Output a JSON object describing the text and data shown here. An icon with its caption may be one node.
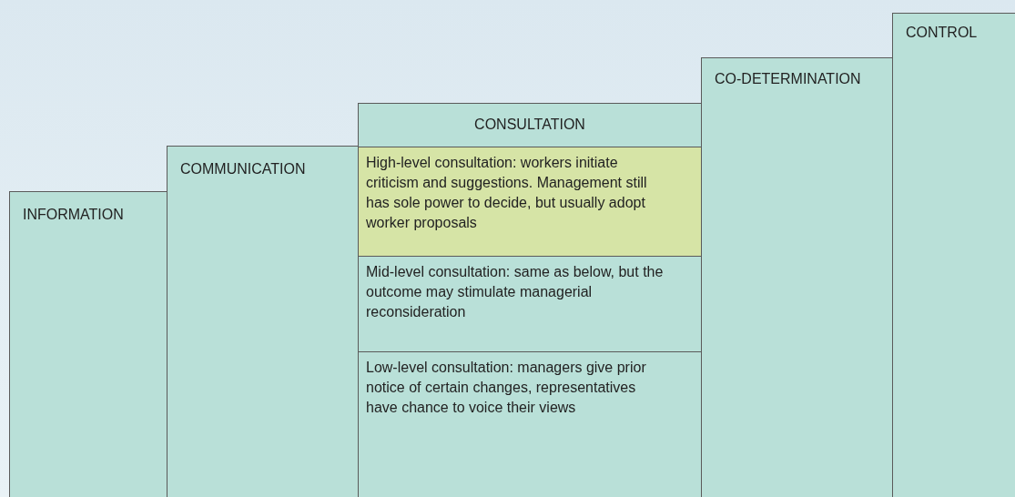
{
  "diagram": {
    "nodes": [
      {
        "text": [
          "INFORMATION"
        ]
      },
      {
        "text": [
          "COMMUNICATION"
        ]
      },
      {
        "text": [
          "CONSULTATION"
        ]
      },
      {
        "text": [
          "High-level consultation: workers initiate criticism and suggestions. Management still has sole power to decide, but usually adopt worker proposals"
        ],
        "in": 2
      },
      {
        "text": [
          "Mid-level consultation: same as below, but the outcome may stimulate managerial reconsideration"
        ],
        "in": 2
      },
      {
        "text": [
          "Low-level consultation: managers give prior notice of certain changes, representatives have chance to voice their views"
        ],
        "in": 2
      },
      {
        "text": [
          "CO-DETERMINATION"
        ]
      },
      {
        "text": [
          "CONTROL"
        ]
      }
    ]
  }
}
